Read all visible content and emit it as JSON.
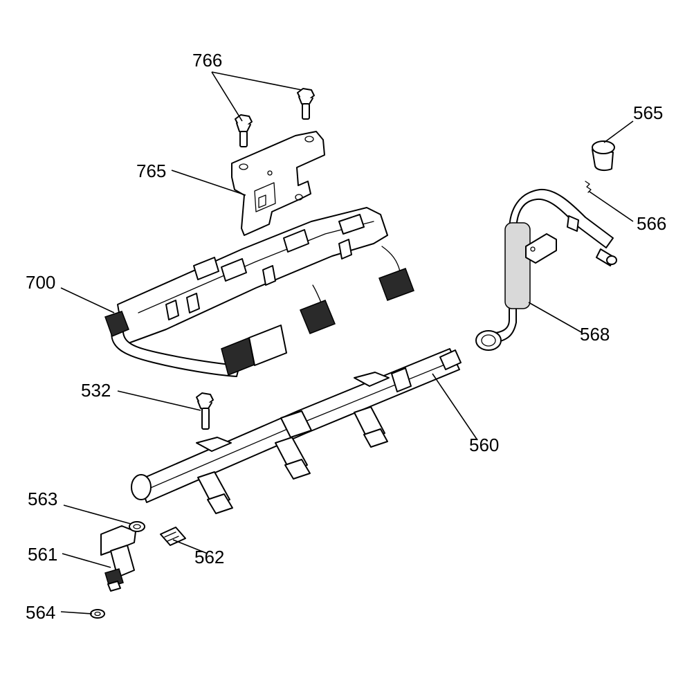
{
  "callouts": {
    "c766": "766",
    "c765": "765",
    "c565": "565",
    "c566": "566",
    "c700": "700",
    "c568": "568",
    "c532": "532",
    "c560": "560",
    "c563": "563",
    "c561": "561",
    "c562": "562",
    "c564": "564"
  }
}
